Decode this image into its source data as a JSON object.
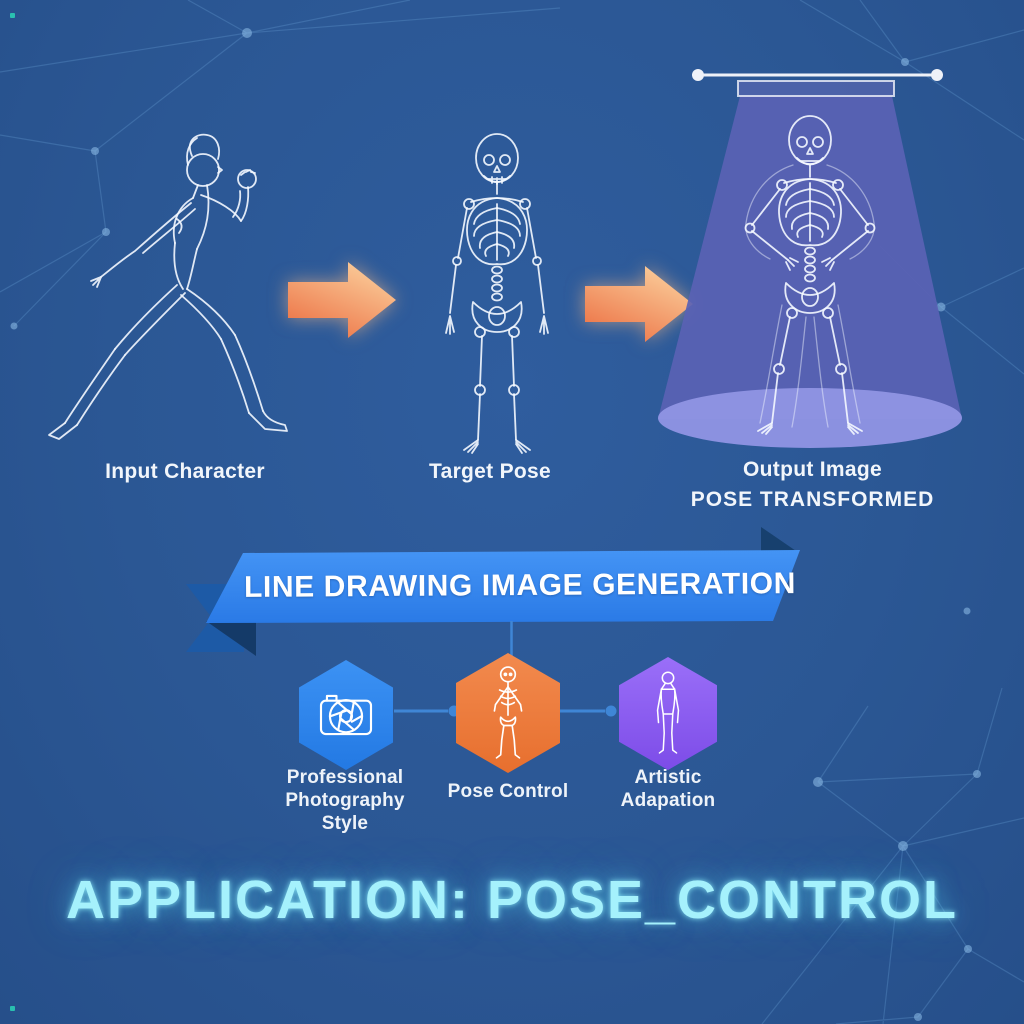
{
  "palette": {
    "background": "#2b5794",
    "accent_blue": "#2e86ee",
    "accent_orange": "#ee7b3d",
    "accent_purple": "#8b5cf6",
    "ribbon_blue": "#2f82ec",
    "connector_blue": "#3f86d6",
    "spotlight_purple": "#5a62b4",
    "glow_cyan": "#a5f1fc",
    "line_art_white": "#f4f8ff"
  },
  "pipeline": {
    "steps": [
      {
        "label": "Input Character",
        "icon": "line-art-character-icon"
      },
      {
        "label": "Target Pose",
        "icon": "skeleton-icon"
      },
      {
        "label": "Output Image",
        "sublabel": "POSE TRANSFORMED",
        "icon": "spotlight-skeleton-icon"
      }
    ],
    "arrow_icon": "orange-arrow-right-icon"
  },
  "banner": {
    "title": "LINE DRAWING IMAGE GENERATION"
  },
  "features": {
    "items": [
      {
        "label": "Professional Photography Style",
        "icon": "camera-aperture-icon",
        "color": "#2e86ee"
      },
      {
        "label": "Pose Control",
        "icon": "mini-skeleton-icon",
        "color": "#ee7b3d"
      },
      {
        "label": "Artistic Adapation",
        "icon": "human-figure-icon",
        "color": "#8b5cf6"
      }
    ]
  },
  "footer": {
    "title": "APPLICATION: POSE_CONTROL"
  }
}
